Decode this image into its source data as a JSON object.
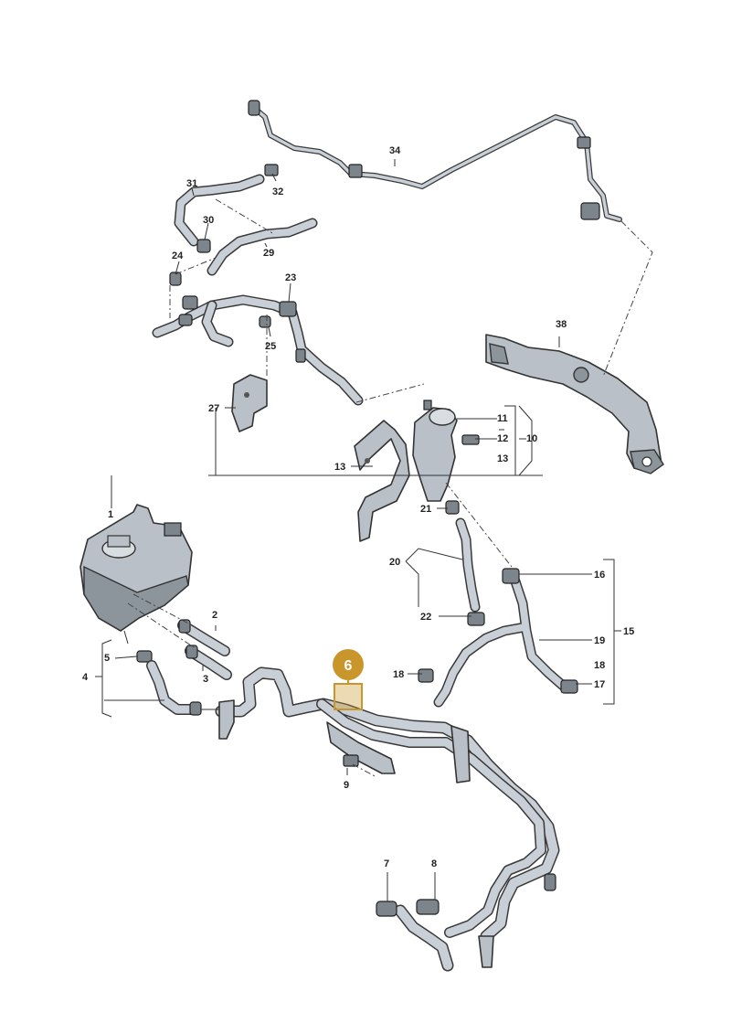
{
  "diagram": {
    "labels": {
      "p1": "1",
      "p2": "2",
      "p3": "3",
      "p4": "4",
      "p5": "5",
      "p7": "7",
      "p8": "8",
      "p9": "9",
      "p10": "10",
      "p11": "11",
      "p12": "12",
      "p13a": "13",
      "p13b": "13",
      "p15": "15",
      "p16": "16",
      "p17": "17",
      "p18a": "18",
      "p18b": "18",
      "p19": "19",
      "p20": "20",
      "p21": "21",
      "p22": "22",
      "p23": "23",
      "p24": "24",
      "p25": "25",
      "p27": "27",
      "p29": "29",
      "p30": "30",
      "p31": "31",
      "p32": "32",
      "p34": "34",
      "p38": "38"
    },
    "highlight": {
      "label": "6",
      "color": "#c8962a"
    },
    "colors": {
      "hose": "#c9cfd6",
      "outline": "#3a3a3a",
      "metal": "#b9c0c8"
    }
  }
}
